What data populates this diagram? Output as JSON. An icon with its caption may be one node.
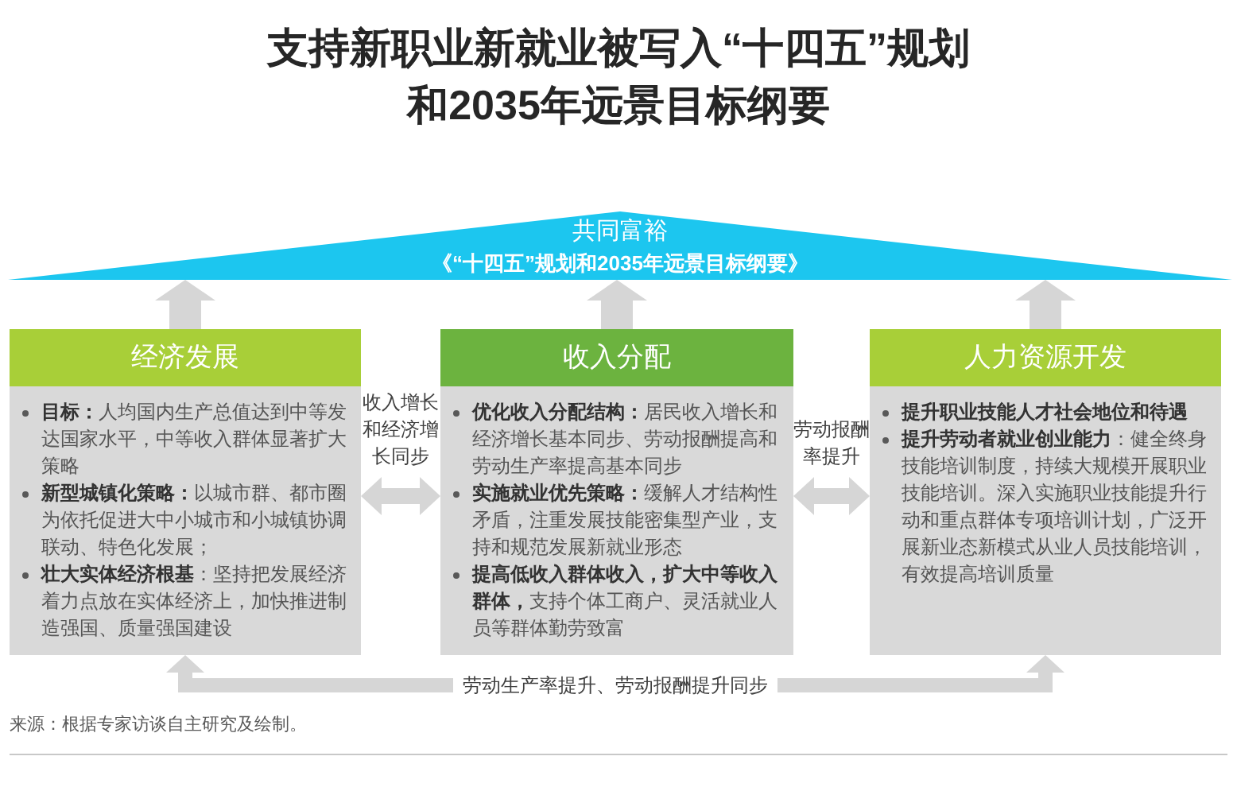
{
  "diagram": {
    "title": "支持新职业新就业被写入“十四五”规划和2035年远景目标纲要",
    "nodes": [
      {
        "text": [
          "共同富裕",
          "《“十四五”规划和2035年远景目标纲要》"
        ]
      },
      {
        "text": [
          "经济发展",
          "**目标：**人均国内生产总值达到中等发达国家水平，中等收入群体显著扩大策略",
          "**新型城镇化策略：**以城市群、都市圈为依托促进大中小城市和小城镇协调联动、特色化发展；",
          "**壮大实体经济根基**：坚持把发展经济着力点放在实体经济上，加快推进制造强国、质量强国建设"
        ]
      },
      {
        "text": [
          "收入分配",
          "**优化收入分配结构：**居民收入增长和经济增长基本同步、劳动报酬提高和劳动生产率提高基本同步",
          "**实施就业优先策略：**缓解人才结构性矛盾，注重发展技能密集型产业，支持和规范发展新就业形态",
          "**提高低收入群体收入，扩大中等收入群体，**支持个体工商户、灵活就业人员等群体勤劳致富"
        ]
      },
      {
        "text": [
          "人力资源开发",
          "提升职业技能人才社会地位和待遇",
          "**提升劳动者就业创业能力**：健全终身技能培训制度，持续大规模开展职业技能培训。深入实施职业技能提升行动和重点群体专项培训计划，广泛开展新业态新模式从业人员技能培训，有效提高培训质量"
        ]
      }
    ],
    "edges": [
      {
        "from": 1,
        "to": 0,
        "arrow": "to"
      },
      {
        "from": 2,
        "to": 0,
        "arrow": "to"
      },
      {
        "from": 3,
        "to": 0,
        "arrow": "to"
      },
      {
        "from": 1,
        "to": 2,
        "arrow": "both",
        "label": "收入增长和经济增长同步"
      },
      {
        "from": 2,
        "to": 3,
        "arrow": "both",
        "label": "劳动报酬率提升"
      },
      {
        "from": 1,
        "to": 3,
        "arrow": "both",
        "label": "劳动生产率提升、劳动报酬提升同步"
      }
    ],
    "labels": [
      "来源：根据专家访谈自主研究及绘制。"
    ]
  }
}
